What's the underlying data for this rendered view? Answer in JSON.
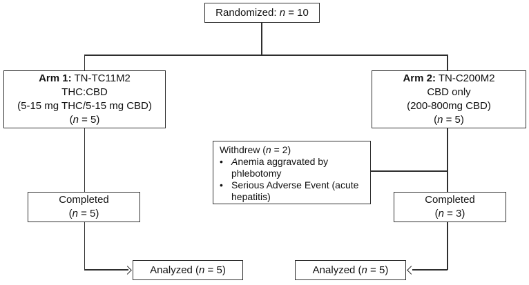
{
  "colors": {
    "line": "#2e2e2e",
    "text": "#111111",
    "bg": "#ffffff"
  },
  "randomized": {
    "text": [
      {
        "t": "Randomized: "
      },
      {
        "t": "n",
        "i": true
      },
      {
        "t": " = 10"
      }
    ]
  },
  "arm1": {
    "lines": [
      [
        {
          "t": "Arm 1:",
          "b": true
        },
        {
          "t": " TN-TC11M2"
        }
      ],
      [
        {
          "t": "THC:CBD"
        }
      ],
      [
        {
          "t": "(5-15 mg THC/5-15 mg CBD)"
        }
      ],
      [
        {
          "t": "("
        },
        {
          "t": "n",
          "i": true
        },
        {
          "t": " = 5)"
        }
      ]
    ]
  },
  "arm2": {
    "lines": [
      [
        {
          "t": "Arm 2:",
          "b": true
        },
        {
          "t": " TN-C200M2"
        }
      ],
      [
        {
          "t": "CBD only"
        }
      ],
      [
        {
          "t": "(200-800mg CBD)"
        }
      ],
      [
        {
          "t": "("
        },
        {
          "t": "n",
          "i": true
        },
        {
          "t": " = 5)"
        }
      ]
    ]
  },
  "withdrew": {
    "title": [
      {
        "t": "Withdrew ("
      },
      {
        "t": "n",
        "i": true
      },
      {
        "t": " = 2)"
      }
    ],
    "bullet_marker": "•",
    "bullets": [
      [
        {
          "t": "A",
          "i": true
        },
        {
          "t": "nemia aggravated by phlebotomy"
        }
      ],
      [
        {
          "t": "Serious Adverse Event (acute hepatitis)"
        }
      ]
    ]
  },
  "completed_arm1": {
    "lines": [
      [
        {
          "t": "Completed"
        }
      ],
      [
        {
          "t": "("
        },
        {
          "t": "n",
          "i": true
        },
        {
          "t": " = 5)"
        }
      ]
    ]
  },
  "completed_arm2": {
    "lines": [
      [
        {
          "t": "Completed"
        }
      ],
      [
        {
          "t": "("
        },
        {
          "t": "n",
          "i": true
        },
        {
          "t": " = 3)"
        }
      ]
    ]
  },
  "analyzed_arm1": {
    "text": [
      {
        "t": "Analyzed ("
      },
      {
        "t": "n",
        "i": true
      },
      {
        "t": " = 5)"
      }
    ]
  },
  "analyzed_arm2": {
    "text": [
      {
        "t": "Analyzed ("
      },
      {
        "t": "n",
        "i": true
      },
      {
        "t": " = 5)"
      }
    ]
  }
}
